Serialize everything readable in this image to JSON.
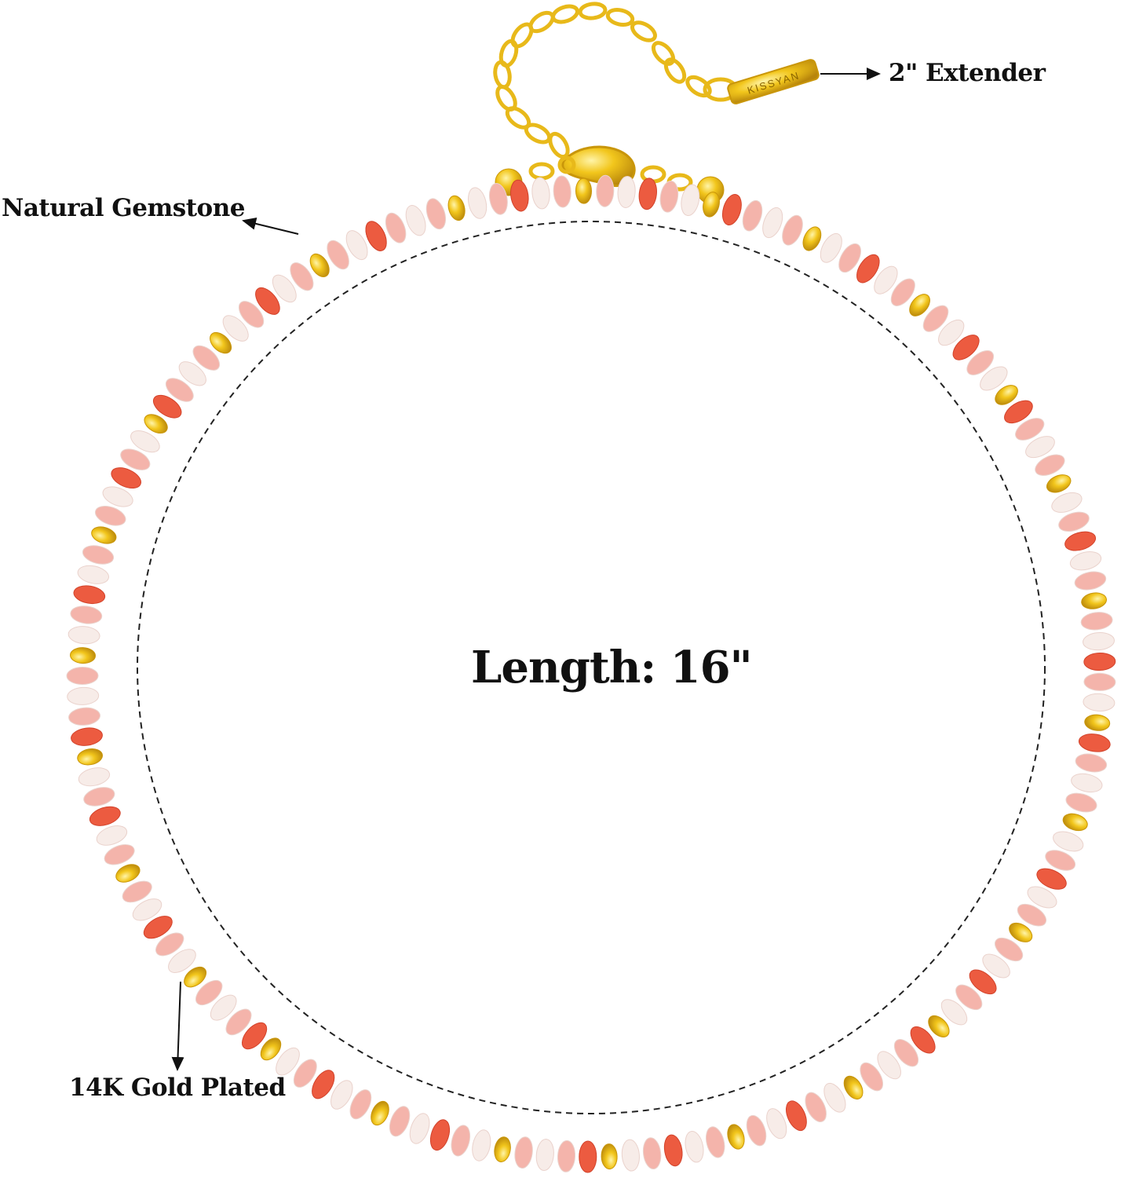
{
  "labels": {
    "gemstone": "Natural Gemstone",
    "extender": "2\" Extender",
    "gold": "14K Gold Plated",
    "length": "Length: 16\""
  },
  "brand_tag": "KISSYAN",
  "colors": {
    "gold": "#f2c61c",
    "gold_dark": "#c9960a",
    "coral": "#ec5b40",
    "pink": "#f4b4ab",
    "white_bead": "#f7ece8",
    "ink": "#111111"
  },
  "icons": [
    "arrow-icon",
    "clasp-icon",
    "chain-icon"
  ]
}
